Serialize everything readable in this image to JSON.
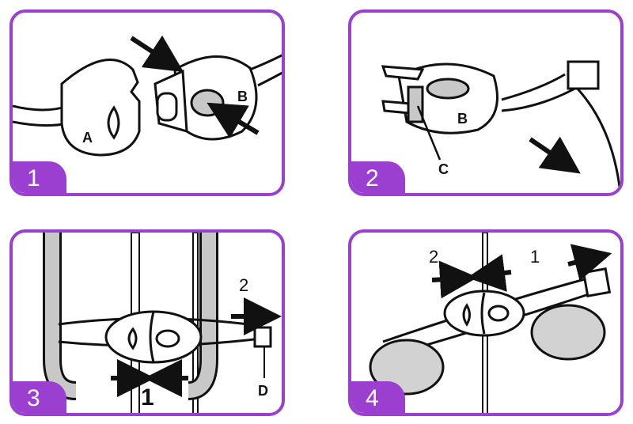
{
  "panels": [
    {
      "step": "1",
      "labels": {
        "a": "A",
        "b": "B"
      }
    },
    {
      "step": "2",
      "labels": {
        "b": "B",
        "c": "C"
      }
    },
    {
      "step": "3",
      "labels": {
        "n1": "1",
        "n2": "2",
        "d": "D"
      }
    },
    {
      "step": "4",
      "labels": {
        "n1": "1",
        "n2": "2"
      }
    }
  ],
  "colors": {
    "accent": "#9a3fcf",
    "gray": "#c8c8c8",
    "line": "#111111"
  }
}
